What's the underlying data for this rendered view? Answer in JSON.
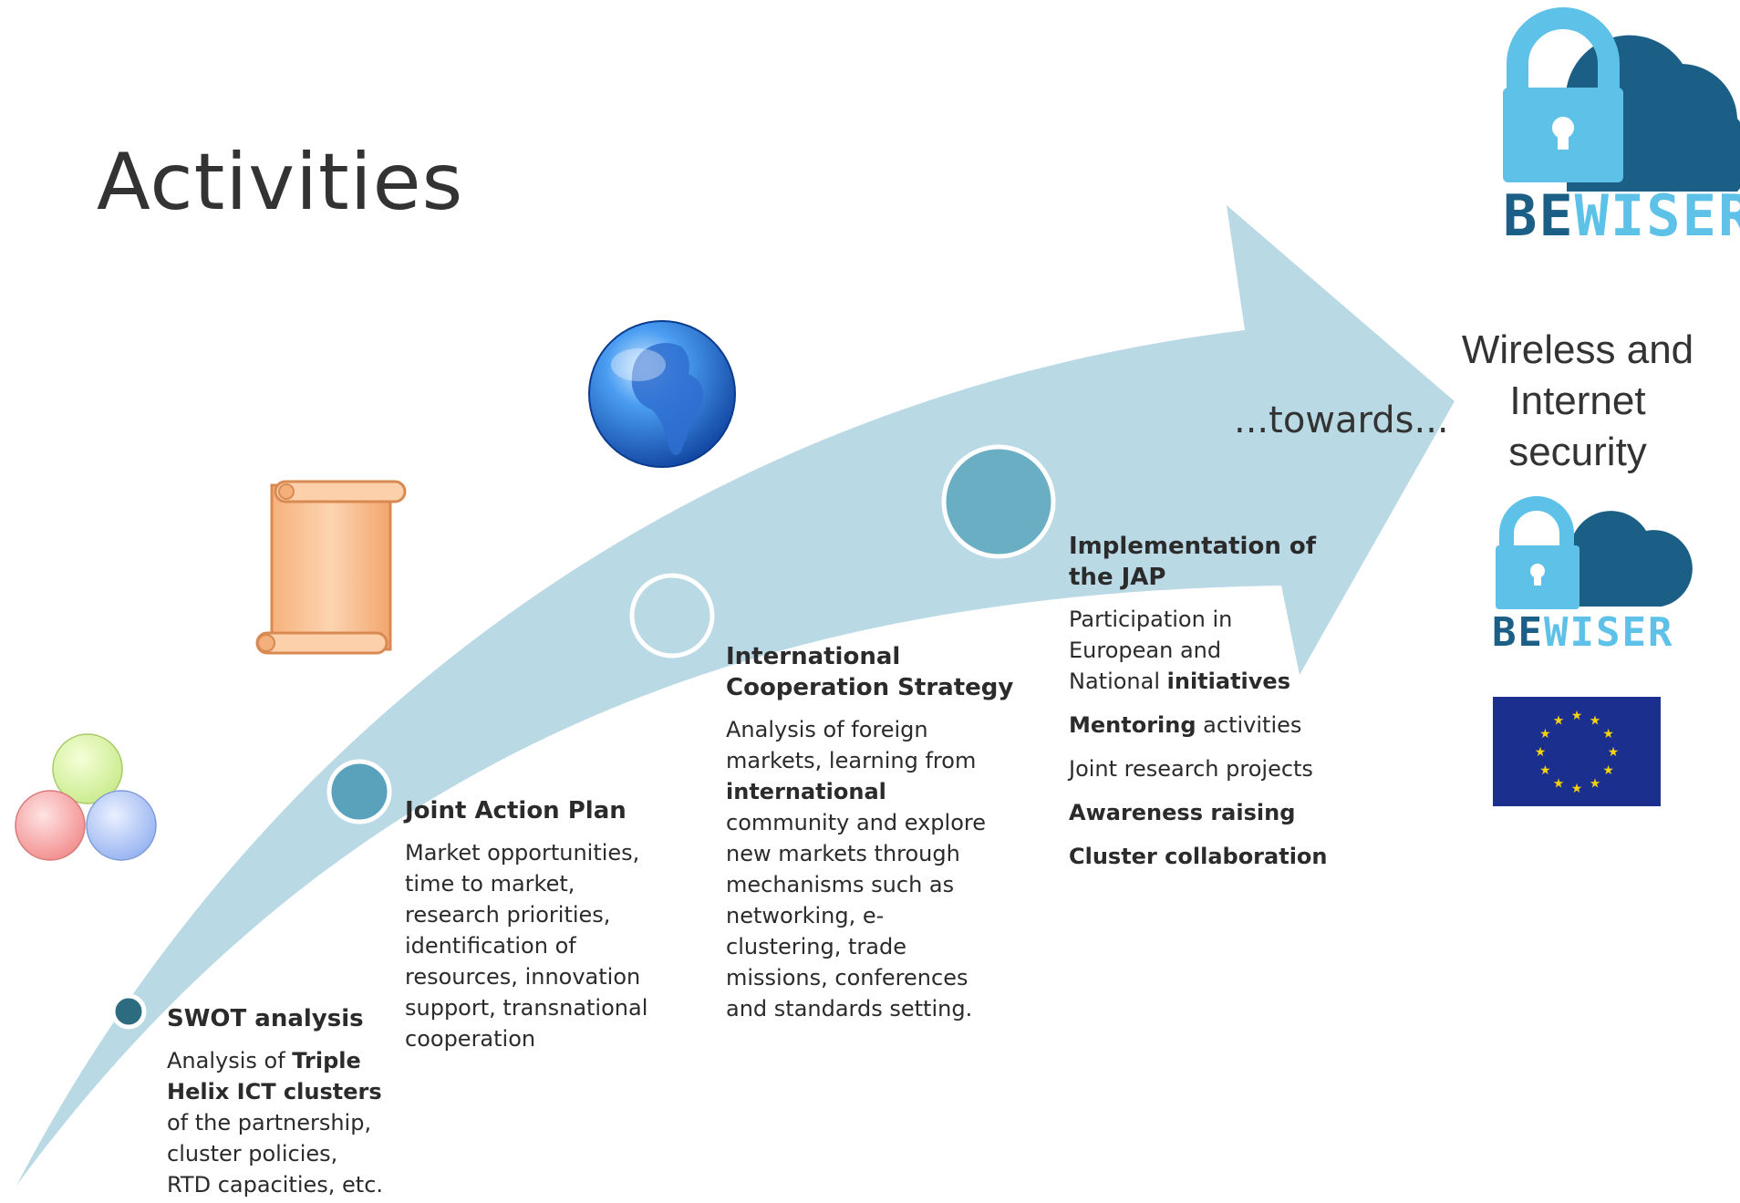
{
  "title": "Activities",
  "towards": "...towards...",
  "target": {
    "line1": "Wireless and",
    "line2": "Internet",
    "line3": "security"
  },
  "logo": {
    "be": "BE",
    "wiser": "WISER"
  },
  "stages": {
    "swot": {
      "heading": "SWOT analysis",
      "lines": [
        "Analysis of ",
        "Triple",
        "Helix ICT clusters",
        "of the partnership,",
        "cluster policies,",
        "RTD capacities, etc."
      ]
    },
    "jap": {
      "heading": "Joint Action Plan",
      "lines": [
        "Market opportunities,",
        "time to market,",
        "research priorities,",
        "identification of",
        "resources, innovation",
        "support, transnational",
        "cooperation"
      ]
    },
    "ics": {
      "heading1": "International",
      "heading2": "Cooperation Strategy",
      "lines": [
        "Analysis of foreign",
        "markets, learning from",
        "international",
        "community and explore",
        "new markets through",
        "mechanisms such as",
        "networking, e-",
        "clustering, trade",
        "missions, conferences",
        "and standards setting."
      ]
    },
    "impl": {
      "heading1": "Implementation of",
      "heading2": "the JAP",
      "participation": [
        "Participation in",
        "European and",
        "National ",
        "initiatives"
      ],
      "mentoring_bold": "Mentoring",
      "mentoring_rest": " activities",
      "joint": "Joint research projects",
      "awareness": "Awareness raising",
      "cluster": "Cluster collaboration"
    }
  },
  "colors": {
    "arrow": "#b9d9e5",
    "dot_dark": "#2d6b80",
    "dot_mid": "#5aa2bb",
    "dot_large": "#6aaec3",
    "logo_dark": "#1b5f86",
    "logo_light": "#5ec1e8",
    "eu_blue": "#1b2f8f",
    "eu_star": "#f5d20c"
  },
  "icons": [
    "venn-circles-icon",
    "scroll-icon",
    "globe-icon",
    "lock-cloud-logo",
    "eu-flag-icon"
  ]
}
